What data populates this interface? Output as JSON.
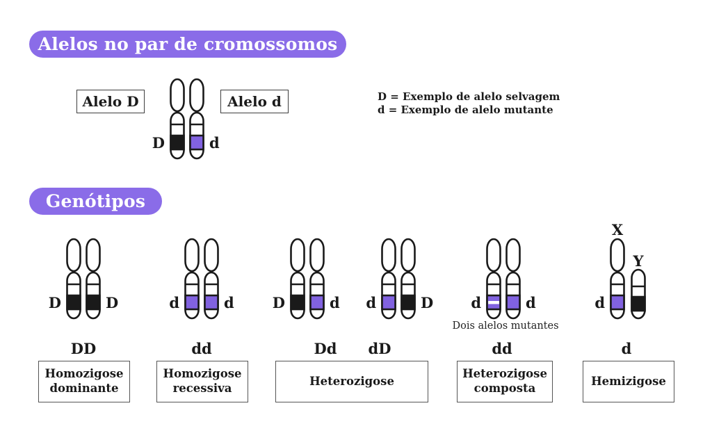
{
  "colors": {
    "accent_purple": "#8a6ce8",
    "band_purple": "#8162e0",
    "band_black": "#1a1a1a",
    "outline": "#1a1a1a"
  },
  "banners": {
    "alleles": "Alelos no par de cromossomos",
    "genotypes": "Genótipos"
  },
  "top_figure": {
    "left_box_label": "Alelo D",
    "right_box_label": "Alelo d",
    "pair": {
      "left": {
        "allele": "D",
        "band": "black"
      },
      "right": {
        "allele": "d",
        "band": "purple"
      }
    }
  },
  "legend": {
    "line1": "D = Exemplo de alelo selvagem",
    "line2": "d = Exemplo de alelo mutante"
  },
  "genotype_groups": [
    {
      "id": "homozygous-dominant",
      "pair": {
        "left": {
          "allele": "D",
          "band": "black"
        },
        "right": {
          "allele": "D",
          "band": "black"
        }
      },
      "genotype": "DD",
      "category": "Homozigose dominante"
    },
    {
      "id": "homozygous-recessive",
      "pair": {
        "left": {
          "allele": "d",
          "band": "purple"
        },
        "right": {
          "allele": "d",
          "band": "purple"
        }
      },
      "genotype": "dd",
      "category": "Homozigose recessiva"
    },
    {
      "id": "heterozygous",
      "pairs": [
        {
          "left": {
            "allele": "D",
            "band": "black"
          },
          "right": {
            "allele": "d",
            "band": "purple"
          }
        },
        {
          "left": {
            "allele": "d",
            "band": "purple"
          },
          "right": {
            "allele": "D",
            "band": "black"
          }
        }
      ],
      "genotypes": [
        "Dd",
        "dD"
      ],
      "category": "Heterozigose"
    },
    {
      "id": "compound-heterozygous",
      "pair": {
        "left": {
          "allele": "d",
          "band": "purple-striped"
        },
        "right": {
          "allele": "d",
          "band": "purple"
        }
      },
      "genotype": "dd",
      "category": "Heterozigose composta",
      "note": "Dois alelos mutantes"
    },
    {
      "id": "hemizygous",
      "sex_pair": {
        "x": {
          "chromosome": "X",
          "allele": "d",
          "band": "purple"
        },
        "y": {
          "chromosome": "Y",
          "band": "black"
        }
      },
      "genotype": "d",
      "category": "Hemizigose"
    }
  ]
}
